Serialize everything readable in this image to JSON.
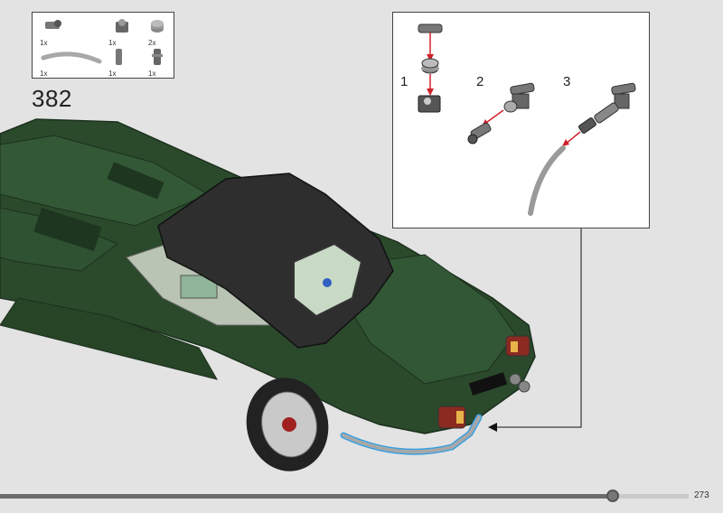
{
  "parts_list": [
    {
      "qty": "1x",
      "icon": "beam-with-pin-icon"
    },
    {
      "qty": "1x",
      "icon": "ball-joint-socket-icon"
    },
    {
      "qty": "2x",
      "icon": "round-plate-icon"
    },
    {
      "qty": "1x",
      "icon": "curved-bumper-bar-icon"
    },
    {
      "qty": "1x",
      "icon": "axle-connector-icon"
    },
    {
      "qty": "1x",
      "icon": "pin-connector-icon"
    }
  ],
  "step": {
    "number": "382"
  },
  "callout": {
    "substeps": [
      {
        "number": "1"
      },
      {
        "number": "2"
      },
      {
        "number": "3"
      }
    ]
  },
  "progress": {
    "fraction": 0.89
  },
  "page": {
    "number": "273"
  },
  "colors": {
    "car_green": "#2b4a2c",
    "soft_top": "#2e2e2e",
    "arrow_red": "#d0202a",
    "bumper_grey": "#9a9a9a",
    "highlight_blue": "#3aa0e0"
  }
}
